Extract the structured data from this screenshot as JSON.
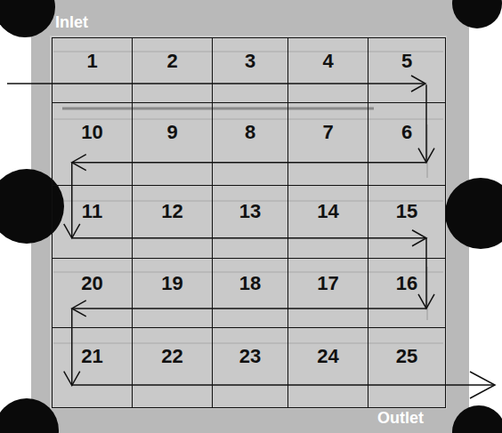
{
  "diagram": {
    "nodes": [
      {
        "text": [
          "1"
        ]
      },
      {
        "text": [
          "2"
        ]
      },
      {
        "text": [
          "3"
        ]
      },
      {
        "text": [
          "4"
        ]
      },
      {
        "text": [
          "5"
        ]
      },
      {
        "text": [
          "6"
        ]
      },
      {
        "text": [
          "7"
        ]
      },
      {
        "text": [
          "8"
        ]
      },
      {
        "text": [
          "9"
        ]
      },
      {
        "text": [
          "10"
        ]
      },
      {
        "text": [
          "11"
        ]
      },
      {
        "text": [
          "12"
        ]
      },
      {
        "text": [
          "13"
        ]
      },
      {
        "text": [
          "14"
        ]
      },
      {
        "text": [
          "15"
        ]
      },
      {
        "text": [
          "16"
        ]
      },
      {
        "text": [
          "17"
        ]
      },
      {
        "text": [
          "18"
        ]
      },
      {
        "text": [
          "19"
        ]
      },
      {
        "text": [
          "20"
        ]
      },
      {
        "text": [
          "21"
        ]
      },
      {
        "text": [
          "22"
        ]
      },
      {
        "text": [
          "23"
        ]
      },
      {
        "text": [
          "24"
        ]
      },
      {
        "text": [
          "25"
        ]
      }
    ],
    "edges": [
      {
        "from": 4,
        "to": 5,
        "arrow": "to"
      },
      {
        "from": 5,
        "to": 9,
        "arrow": "to"
      },
      {
        "from": 9,
        "to": 10,
        "arrow": "to"
      },
      {
        "from": 10,
        "to": 14,
        "arrow": "to"
      },
      {
        "from": 14,
        "to": 15,
        "arrow": "to"
      },
      {
        "from": 15,
        "to": 19,
        "arrow": "to"
      },
      {
        "from": 19,
        "to": 20,
        "arrow": "to"
      }
    ],
    "labels": [
      "Inlet",
      "Outlet"
    ]
  }
}
